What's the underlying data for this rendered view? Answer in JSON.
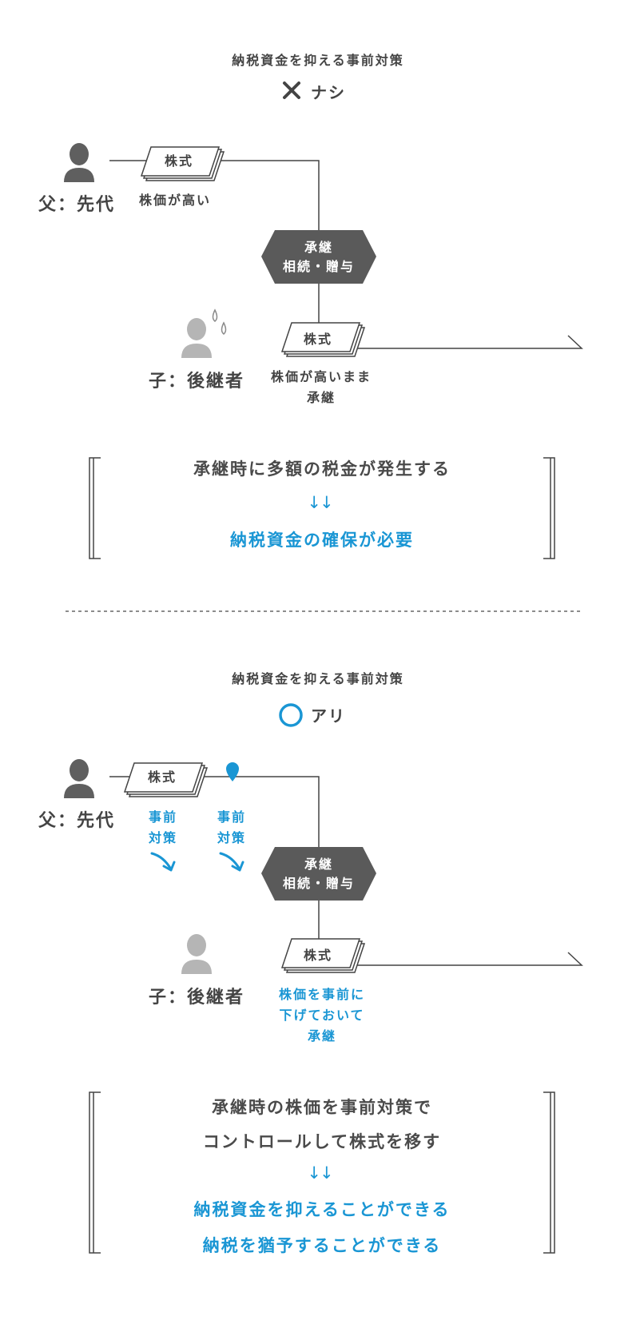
{
  "colors": {
    "dark": "#444444",
    "gray": "#5f5f5f",
    "light_gray": "#b5b5b5",
    "accent": "#1a96d4"
  },
  "section1": {
    "heading": "納税資金を抑える事前対策",
    "mark_icon": "cross-icon",
    "mark_label": "ナシ",
    "father_label": "父：先代",
    "father_stock_label": "株式",
    "father_note": "株価が高い",
    "hex_line1": "承継",
    "hex_line2": "相続・贈与",
    "child_label": "子：後継者",
    "child_stock_label": "株式",
    "child_note_line1": "株価が高いまま",
    "child_note_line2": "承継",
    "result_line1": "承継時に多額の税金が発生する",
    "arrow_glyph": "↓↓",
    "result_line2": "納税資金の確保が必要"
  },
  "section2": {
    "heading": "納税資金を抑える事前対策",
    "mark_icon": "circle-icon",
    "mark_label": "アリ",
    "father_label": "父：先代",
    "father_stock_label": "株式",
    "measure1_line1": "事前",
    "measure1_line2": "対策",
    "measure2_line1": "事前",
    "measure2_line2": "対策",
    "hex_line1": "承継",
    "hex_line2": "相続・贈与",
    "child_label": "子：後継者",
    "child_stock_label": "株式",
    "child_note_line1": "株価を事前に",
    "child_note_line2": "下げておいて",
    "child_note_line3": "承継",
    "result_line1": "承継時の株価を事前対策で",
    "result_line2": "コントロールして株式を移す",
    "arrow_glyph": "↓↓",
    "result_line3": "納税資金を抑えることができる",
    "result_line4": "納税を猶予することができる"
  }
}
